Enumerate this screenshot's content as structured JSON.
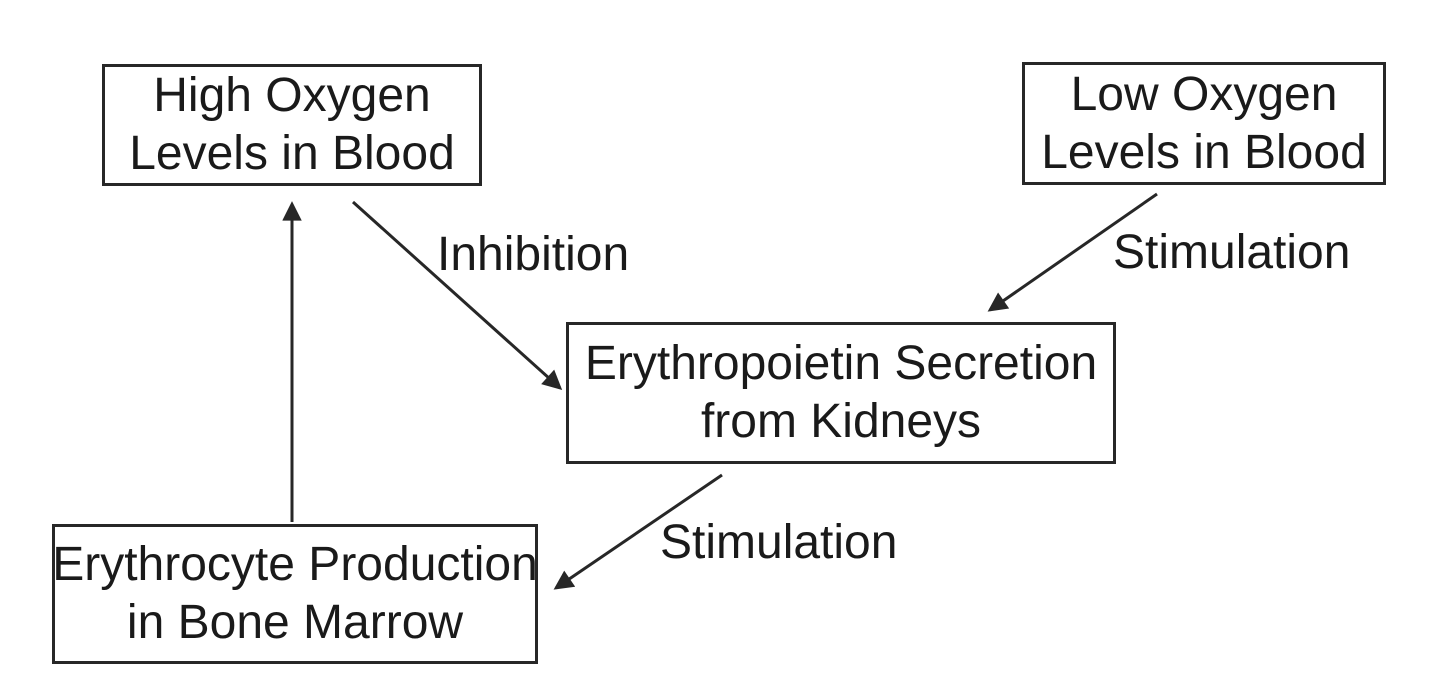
{
  "diagram": {
    "colors": {
      "background": "#ffffff",
      "stroke": "#272727",
      "text": "#1a1a1a"
    },
    "nodes": {
      "high_oxygen": {
        "line1": "High Oxygen",
        "line2": "Levels in Blood"
      },
      "low_oxygen": {
        "line1": "Low Oxygen",
        "line2": "Levels in Blood"
      },
      "epo_secretion": {
        "line1": "Erythropoietin Secretion",
        "line2": "from Kidneys"
      },
      "erythrocyte_production": {
        "line1": "Erythrocyte Production",
        "line2": "in Bone Marrow"
      }
    },
    "edges": {
      "inhibition": {
        "label": "Inhibition",
        "from": "high_oxygen",
        "to": "epo_secretion"
      },
      "stimulation_low_to_epo": {
        "label": "Stimulation",
        "from": "low_oxygen",
        "to": "epo_secretion"
      },
      "stimulation_epo_to_marrow": {
        "label": "Stimulation",
        "from": "epo_secretion",
        "to": "erythrocyte_production"
      },
      "feedback_marrow_to_high": {
        "label": "",
        "from": "erythrocyte_production",
        "to": "high_oxygen"
      }
    }
  }
}
